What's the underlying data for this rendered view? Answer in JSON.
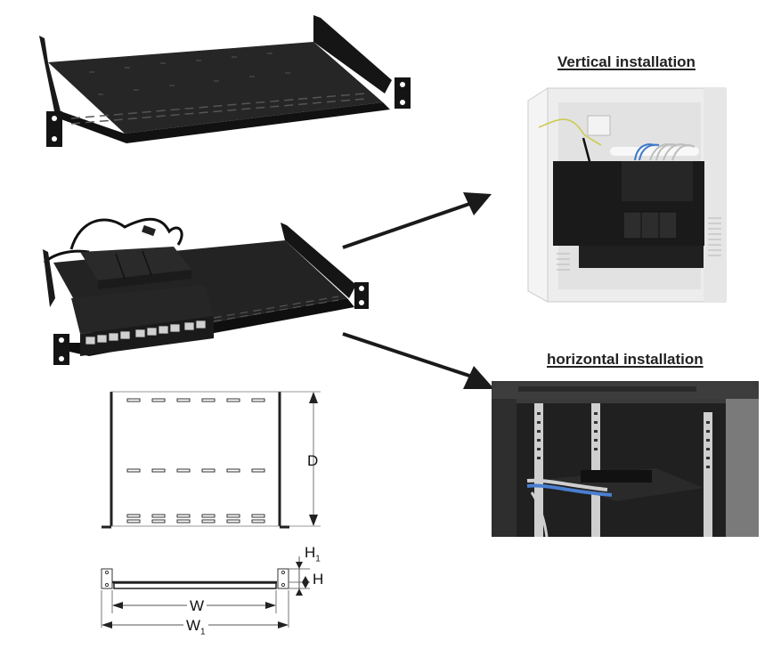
{
  "headings": {
    "vertical": "Vertical installation",
    "horizontal": "horizontal installation"
  },
  "images": {
    "empty_shelf": "rack-shelf-empty",
    "shelf_with_switch": "rack-shelf-with-switch-and-power-supply",
    "vertical_cabinet": "wall-cabinet-vertical-mount",
    "horizontal_cabinet": "rack-cabinet-horizontal-mount"
  },
  "switch": {
    "port_count": 10
  },
  "dimensions": {
    "depth": "D",
    "width": "W",
    "width_total": "W",
    "width_total_sub": "1",
    "height": "H",
    "height1": "H",
    "height1_sub": "1"
  },
  "colors": {
    "metal": "#1c1c1c",
    "cabinet_white": "#ececec",
    "arrow": "#1a1a1a",
    "drawing_line": "#333333"
  }
}
